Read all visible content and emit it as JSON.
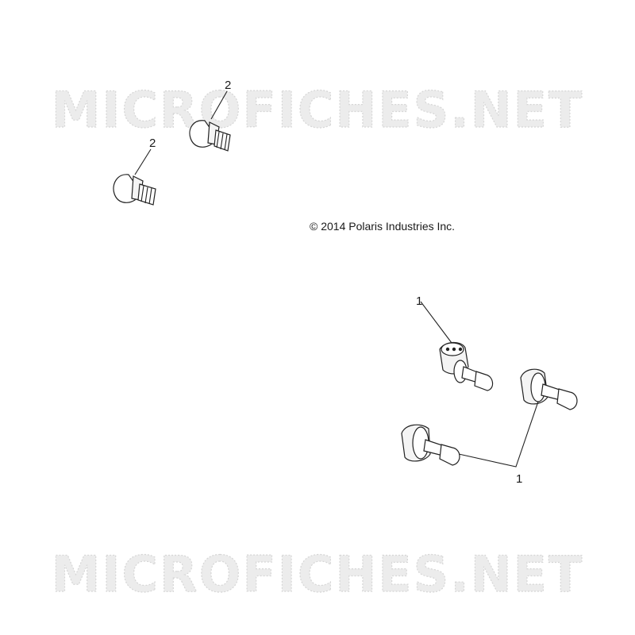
{
  "watermark": {
    "top_text": "MICROFICHES.NET",
    "bottom_text": "MICROFICHES.NET"
  },
  "copyright": "© 2014 Polaris Industries Inc.",
  "callouts": {
    "wedge_bulb_upper": "2",
    "wedge_bulb_lower": "2",
    "headlight_bulb_top": "1",
    "headlight_bulbs_bottom": "1"
  }
}
